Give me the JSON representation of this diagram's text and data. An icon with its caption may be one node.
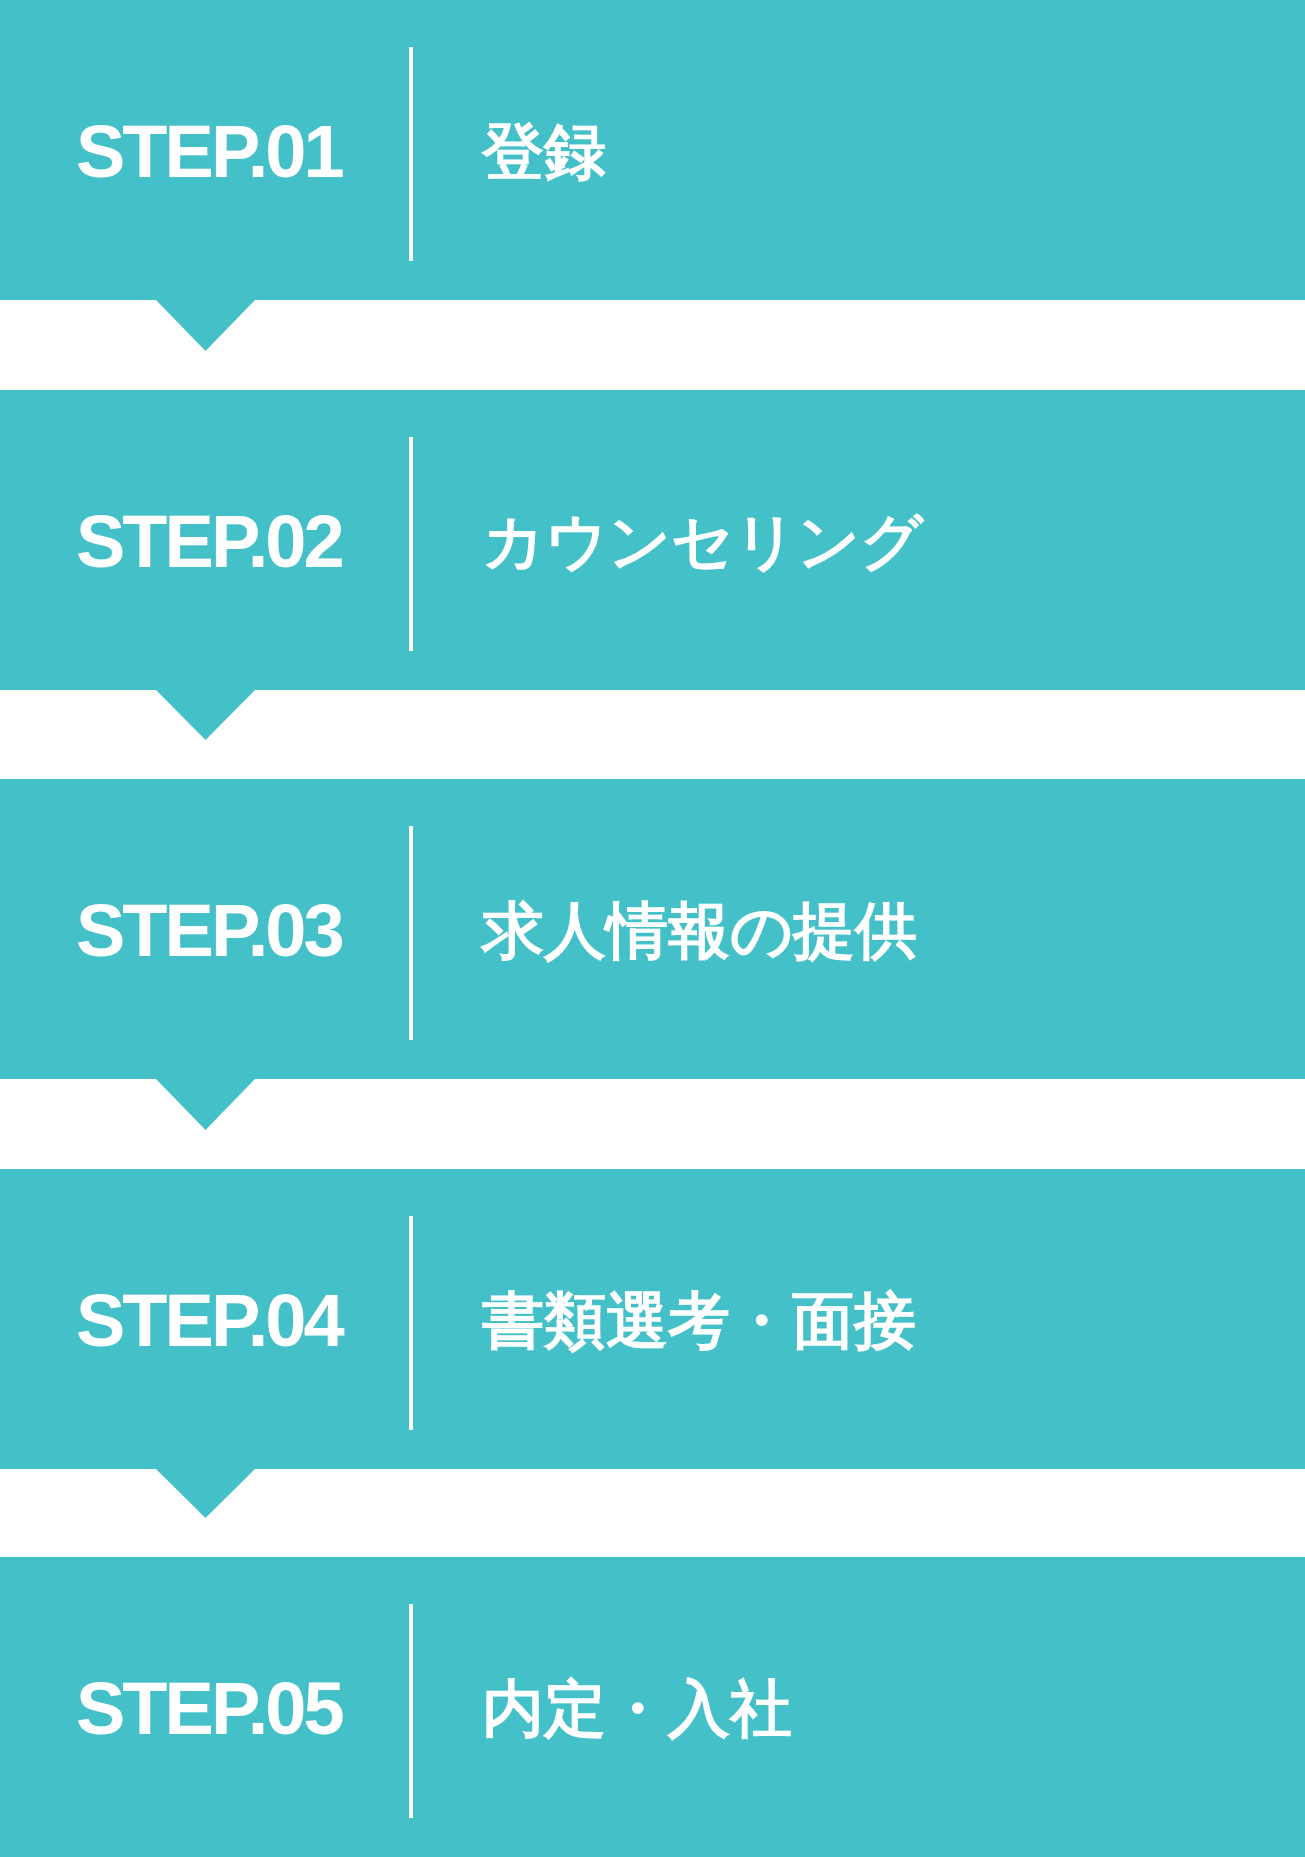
{
  "diagram": {
    "nodes": [
      {
        "text": [
          "STEP.01",
          "登録"
        ]
      },
      {
        "text": [
          "STEP.02",
          "カウンセリング"
        ]
      },
      {
        "text": [
          "STEP.03",
          "求人情報の提供"
        ]
      },
      {
        "text": [
          "STEP.04",
          "書類選考・面接"
        ]
      },
      {
        "text": [
          "STEP.05",
          "内定・入社"
        ]
      }
    ],
    "edges": [
      {
        "from": 0,
        "to": 1,
        "arrow": "to"
      },
      {
        "from": 1,
        "to": 2,
        "arrow": "to"
      },
      {
        "from": 2,
        "to": 3,
        "arrow": "to"
      },
      {
        "from": 3,
        "to": 4,
        "arrow": "to"
      }
    ]
  }
}
